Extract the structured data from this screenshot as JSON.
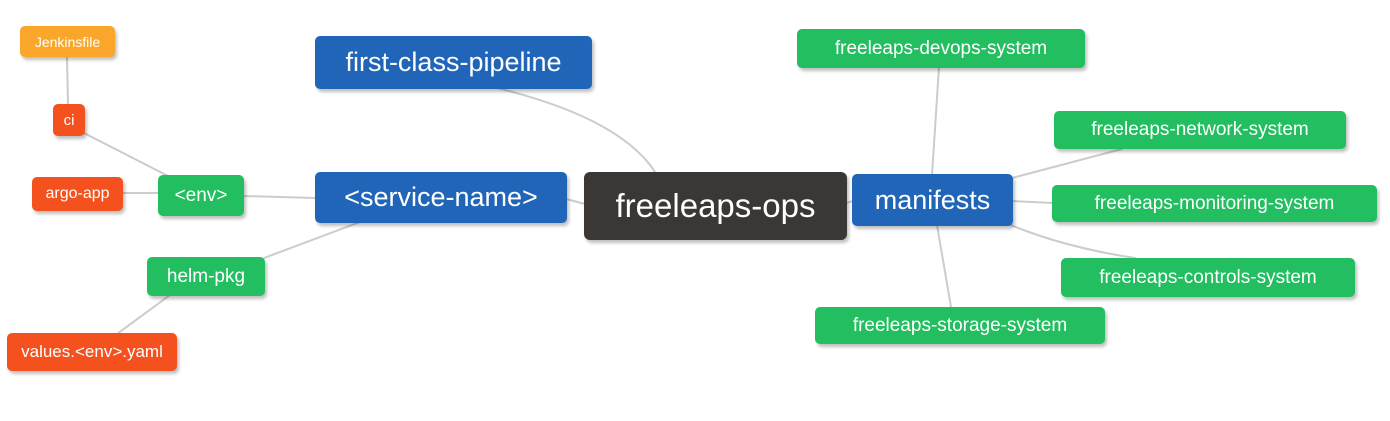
{
  "diagram": {
    "type": "mindmap",
    "root": "freeleaps-ops"
  },
  "colors": {
    "root_bg": "#3b3735",
    "branch_blue": "#2065b7",
    "leaf_green": "#22be60",
    "leaf_red": "#f4511e",
    "leaf_orange": "#f9a62b",
    "edge": "#cccccc",
    "node_text": "#ffffff",
    "background": "#ffffff"
  },
  "nodes": {
    "jenkinsfile": {
      "label": "Jenkinsfile"
    },
    "ci": {
      "label": "ci"
    },
    "argo_app": {
      "label": "argo-app"
    },
    "env": {
      "label": "<env>"
    },
    "helm_pkg": {
      "label": "helm-pkg"
    },
    "values_env_yaml": {
      "label": "values.<env>.yaml"
    },
    "first_class_pipeline": {
      "label": "first-class-pipeline"
    },
    "service_name": {
      "label": "<service-name>"
    },
    "root": {
      "label": "freeleaps-ops"
    },
    "manifests": {
      "label": "manifests"
    },
    "devops_system": {
      "label": "freeleaps-devops-system"
    },
    "network_system": {
      "label": "freeleaps-network-system"
    },
    "monitoring_system": {
      "label": "freeleaps-monitoring-system"
    },
    "controls_system": {
      "label": "freeleaps-controls-system"
    },
    "storage_system": {
      "label": "freeleaps-storage-system"
    }
  },
  "edges": [
    {
      "from": "jenkinsfile",
      "to": "ci"
    },
    {
      "from": "ci",
      "to": "env"
    },
    {
      "from": "argo_app",
      "to": "env"
    },
    {
      "from": "env",
      "to": "service_name"
    },
    {
      "from": "service_name",
      "to": "helm_pkg"
    },
    {
      "from": "helm_pkg",
      "to": "values_env_yaml"
    },
    {
      "from": "first_class_pipeline",
      "to": "root"
    },
    {
      "from": "service_name",
      "to": "root"
    },
    {
      "from": "root",
      "to": "manifests"
    },
    {
      "from": "manifests",
      "to": "devops_system"
    },
    {
      "from": "manifests",
      "to": "network_system"
    },
    {
      "from": "manifests",
      "to": "monitoring_system"
    },
    {
      "from": "manifests",
      "to": "controls_system"
    },
    {
      "from": "manifests",
      "to": "storage_system"
    }
  ]
}
